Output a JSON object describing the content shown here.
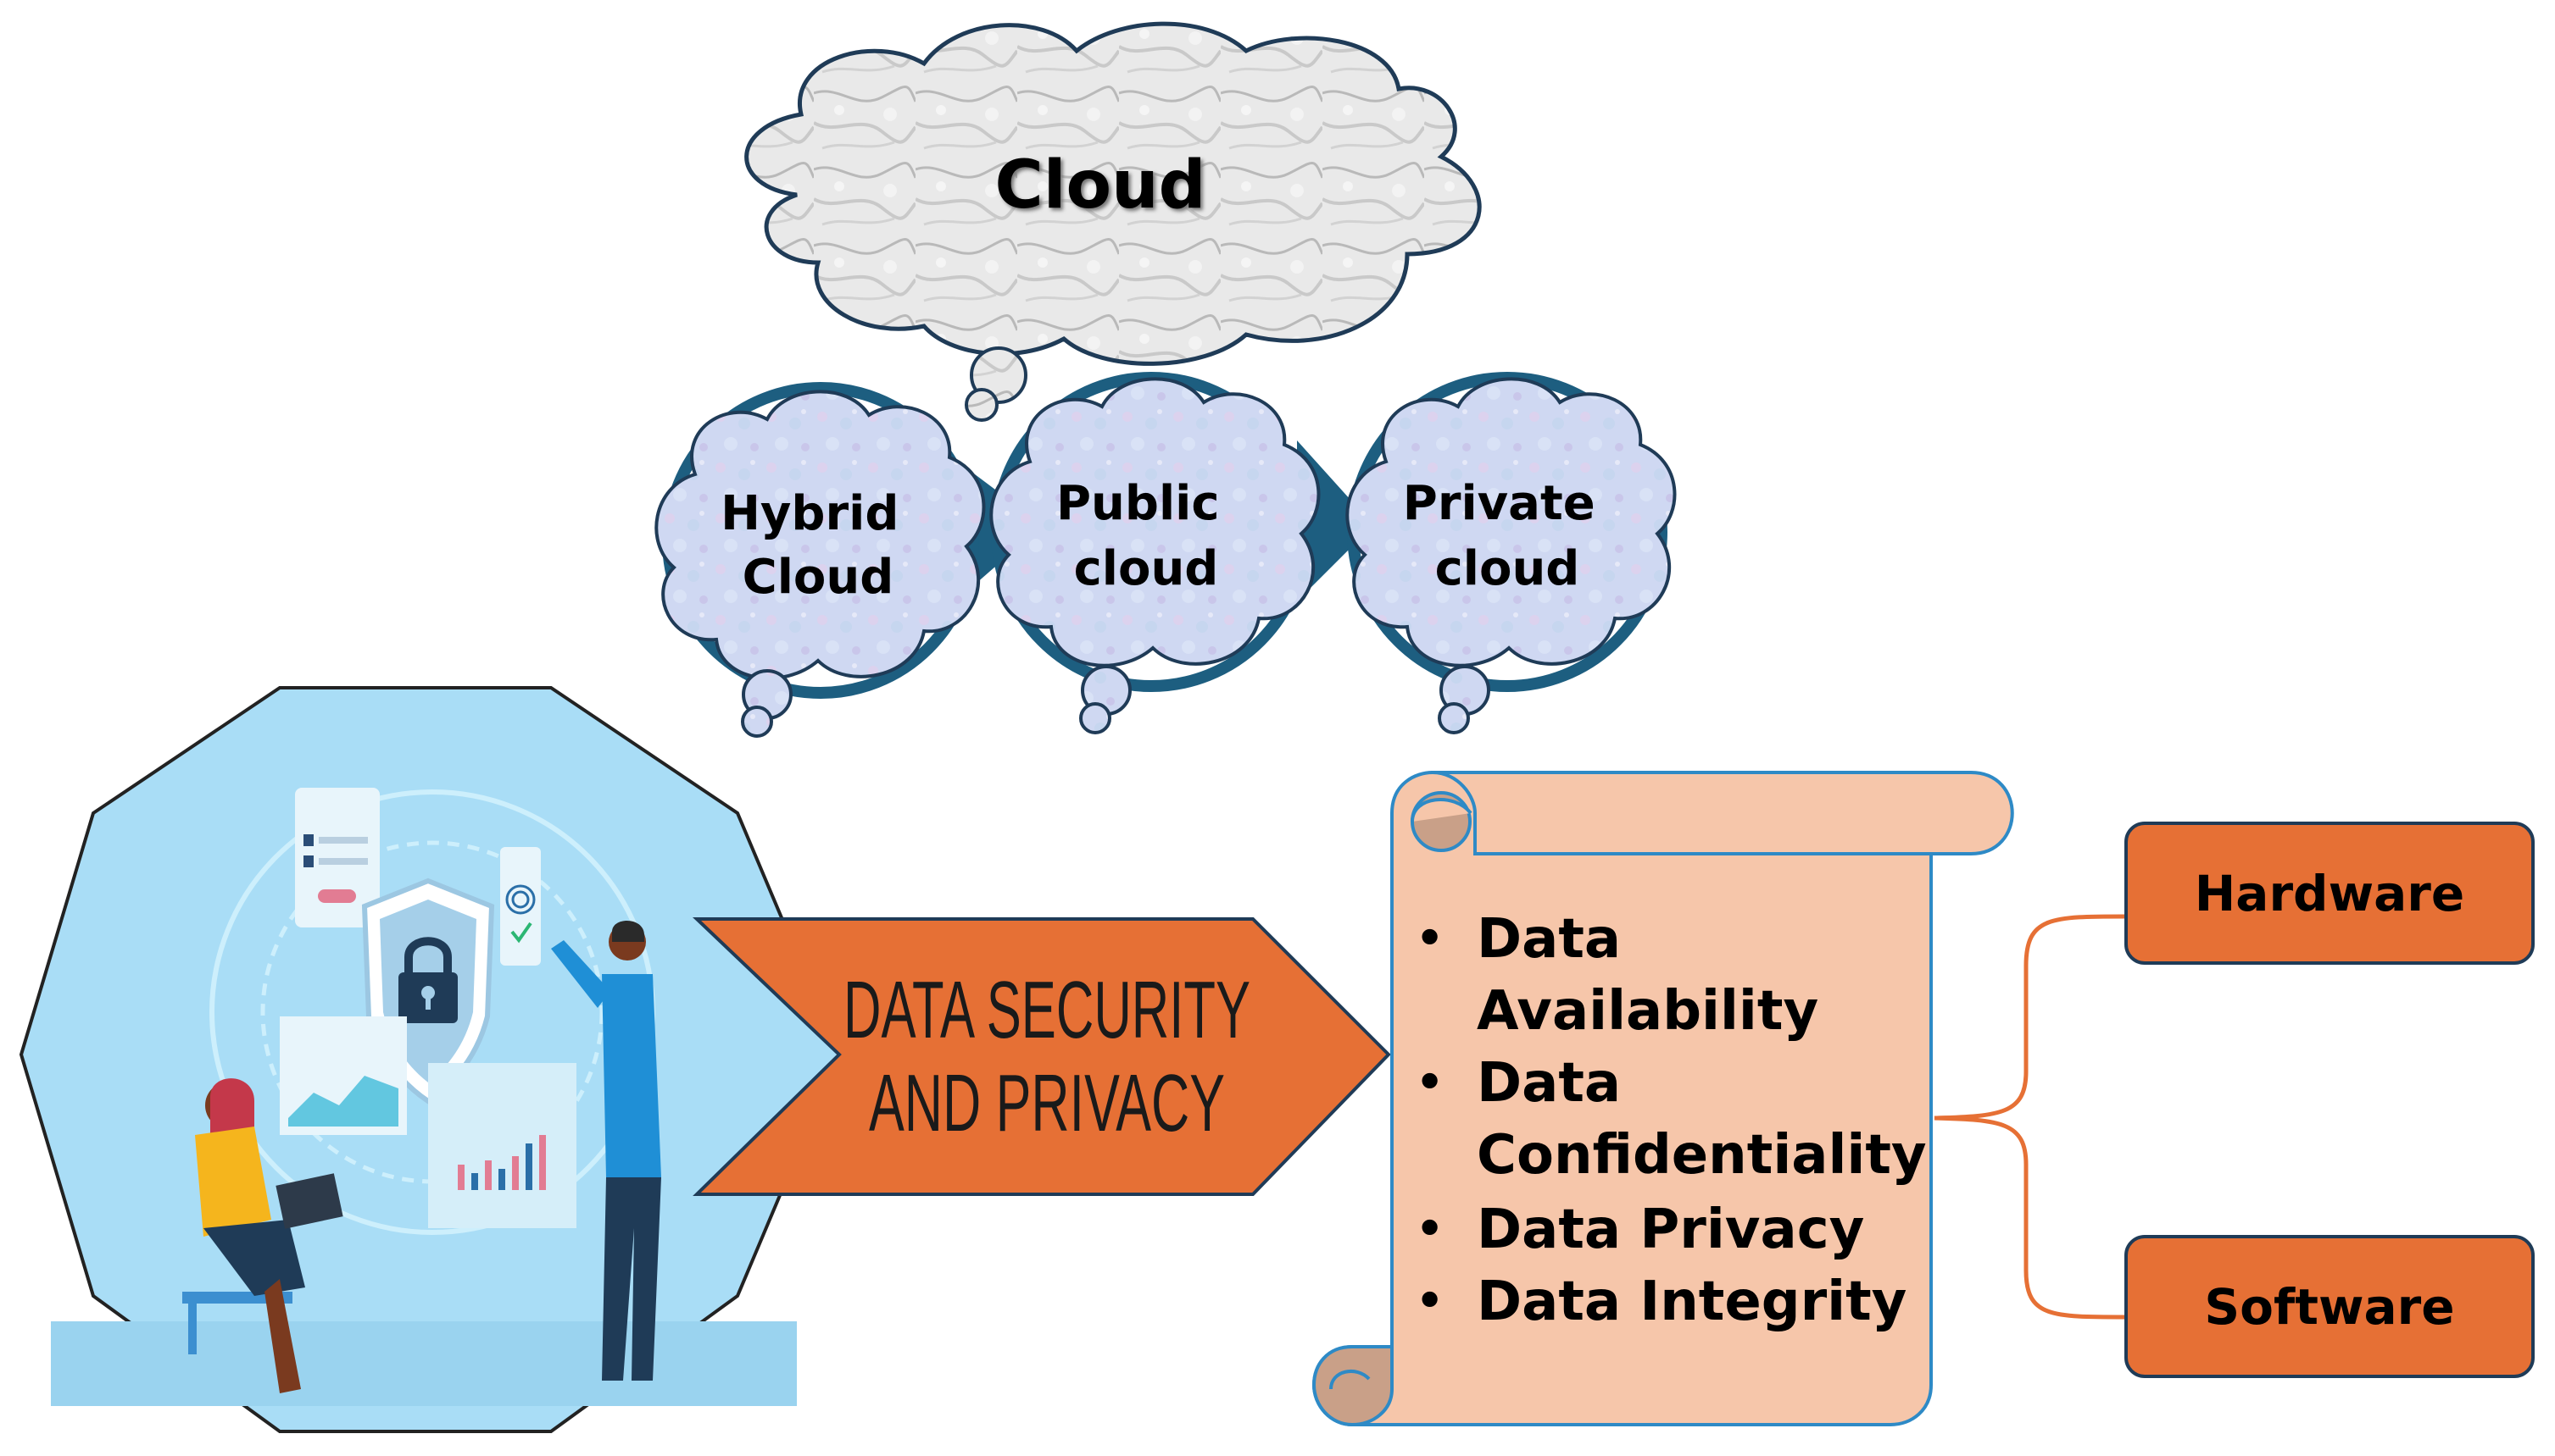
{
  "cloud": {
    "label": "Cloud"
  },
  "cloud_types": [
    {
      "line1": "Hybrid",
      "line2": "Cloud"
    },
    {
      "line1": "Public",
      "line2": "cloud"
    },
    {
      "line1": "Private",
      "line2": "cloud"
    }
  ],
  "arrow": {
    "line1": "DATA SECURITY",
    "line2": "AND PRIVACY"
  },
  "scroll_items": [
    {
      "bullet": "•",
      "line1": "Data",
      "line2": "Availability"
    },
    {
      "bullet": "•",
      "line1": "Data",
      "line2": "Confidentiality"
    },
    {
      "bullet": "•",
      "line1": "Data Privacy"
    },
    {
      "bullet": "•",
      "line1": "Data Integrity"
    }
  ],
  "components": {
    "hardware": "Hardware",
    "software": "Software"
  },
  "colors": {
    "orange": "#E67035",
    "peach": "#F6C6AA",
    "scroll_shade": "#C9A088",
    "navy": "#1F3B57",
    "teal_dark": "#1D5E80",
    "octagon_fill": "#A9DDF6"
  }
}
